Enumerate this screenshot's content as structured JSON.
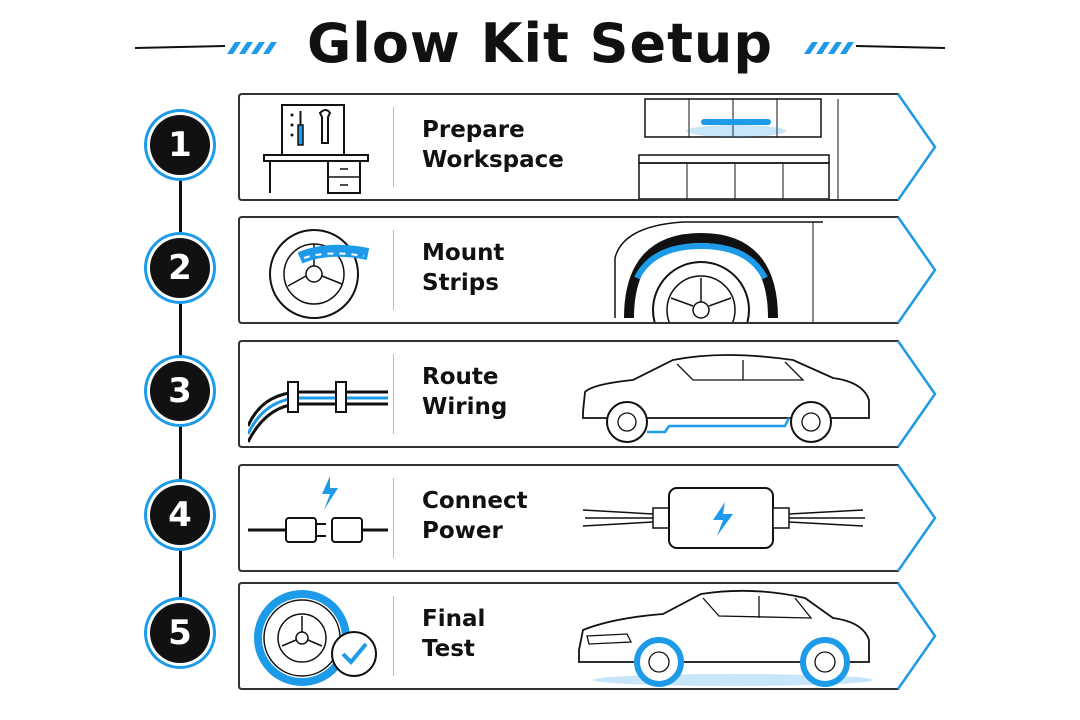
{
  "title": "Glow Kit Setup",
  "colors": {
    "accent": "#1e9be8",
    "ink": "#111111",
    "frame": "#333333"
  },
  "steps": [
    {
      "number": "1",
      "line1": "Prepare",
      "line2": "Workspace",
      "icon": "tool-board-icon",
      "illustration": "garage-workspace-icon"
    },
    {
      "number": "2",
      "line1": "Mount",
      "line2": "Strips",
      "icon": "wheel-strip-icon",
      "illustration": "wheel-arch-glow-icon"
    },
    {
      "number": "3",
      "line1": "Route",
      "line2": "Wiring",
      "icon": "wire-clips-icon",
      "illustration": "car-side-wiring-icon"
    },
    {
      "number": "4",
      "line1": "Connect",
      "line2": "Power",
      "icon": "plug-connector-icon",
      "illustration": "power-box-icon"
    },
    {
      "number": "5",
      "line1": "Final",
      "line2": "Test",
      "icon": "wheel-check-icon",
      "illustration": "glowing-car-icon"
    }
  ]
}
